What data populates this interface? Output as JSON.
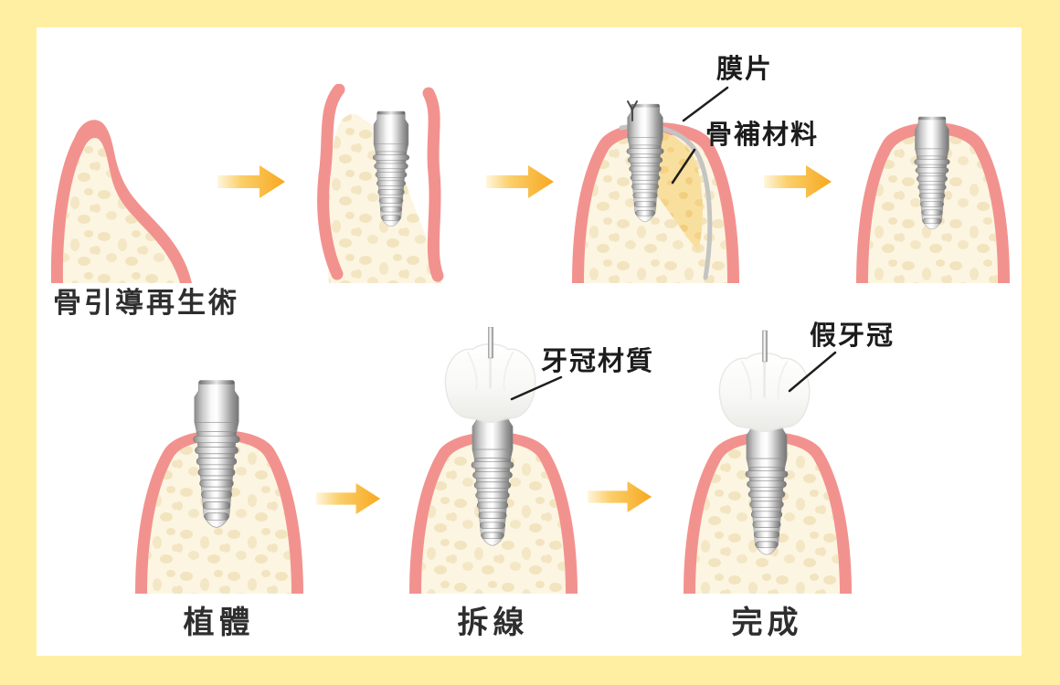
{
  "page": {
    "background_color": "#FFEFA3",
    "panel_color": "#FFFFFF"
  },
  "colors": {
    "gum_pink": "#F2928F",
    "bone_cream": "#FCF5E1",
    "bone_speckle": "#F2E4BF",
    "graft_tan": "#F8DF9E",
    "membrane_gray": "#C4C4C2",
    "arrow_orange": "#F7A81F",
    "label_text": "#2E2E2E"
  },
  "gbr_section": {
    "title": "骨引導再生術",
    "membrane_label": "膜片",
    "bone_graft_label": "骨補材料"
  },
  "restoration_section": {
    "implant_caption": "植體",
    "suture_removal_caption": "拆線",
    "complete_caption": "完成",
    "crown_material_label": "牙冠材質",
    "artificial_crown_label": "假牙冠"
  }
}
